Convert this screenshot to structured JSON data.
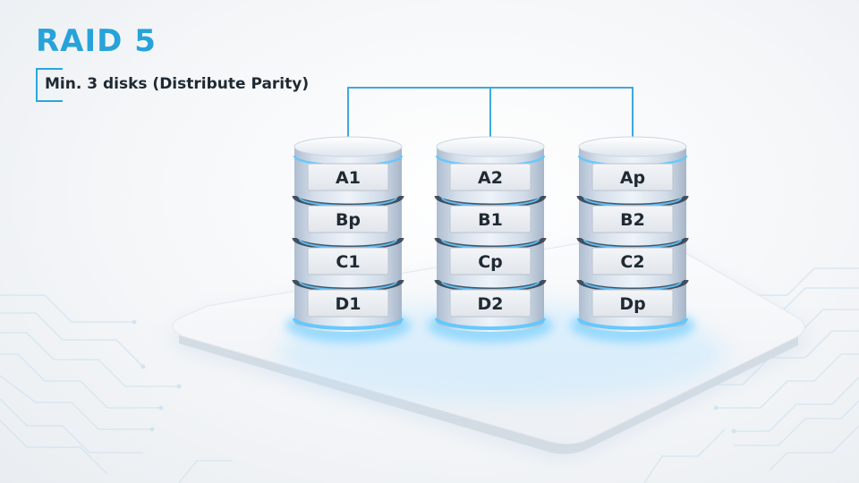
{
  "title": "RAID 5",
  "subtitle": "Min. 3 disks (Distribute Parity)",
  "colors": {
    "accent": "#27a3d9",
    "connector": "#3fa9dd",
    "glow": "#5ec8ff"
  },
  "disks": [
    {
      "blocks": [
        "A1",
        "Bp",
        "C1",
        "D1"
      ]
    },
    {
      "blocks": [
        "A2",
        "B1",
        "Cp",
        "D2"
      ]
    },
    {
      "blocks": [
        "Ap",
        "B2",
        "C2",
        "Dp"
      ]
    }
  ]
}
